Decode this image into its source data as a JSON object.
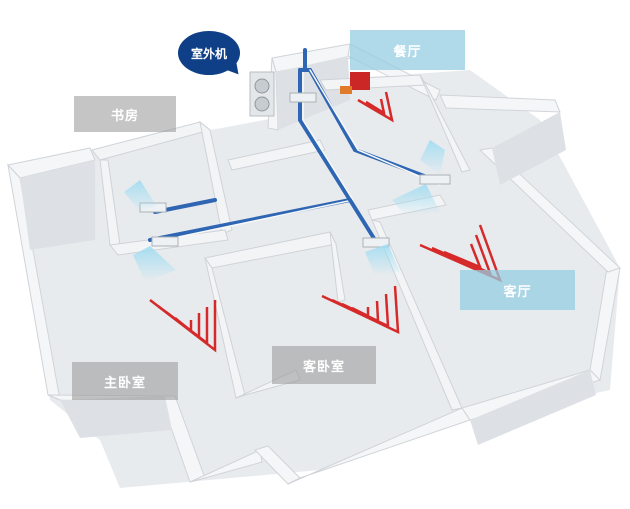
{
  "labels": {
    "outdoor_unit": "室外机",
    "study": "书房",
    "dining": "餐厅",
    "living": "客厅",
    "master_bedroom": "主卧室",
    "guest_bedroom": "客卧室"
  },
  "colors": {
    "wall_top": "#f4f5f6",
    "wall_side": "#dcdfe2",
    "floor": "#e6e9ec",
    "pipe_blue": "#2f66b3",
    "pipe_white": "#f7f9fb",
    "outdoor_badge": "#0e3f87",
    "heat_red": "#d62a2a",
    "airflow": "#bfe8f5"
  },
  "icons": [
    "outdoor-unit-icon",
    "indoor-unit-icon",
    "airflow-icon",
    "floor-heating-icon",
    "pipe-icon"
  ]
}
